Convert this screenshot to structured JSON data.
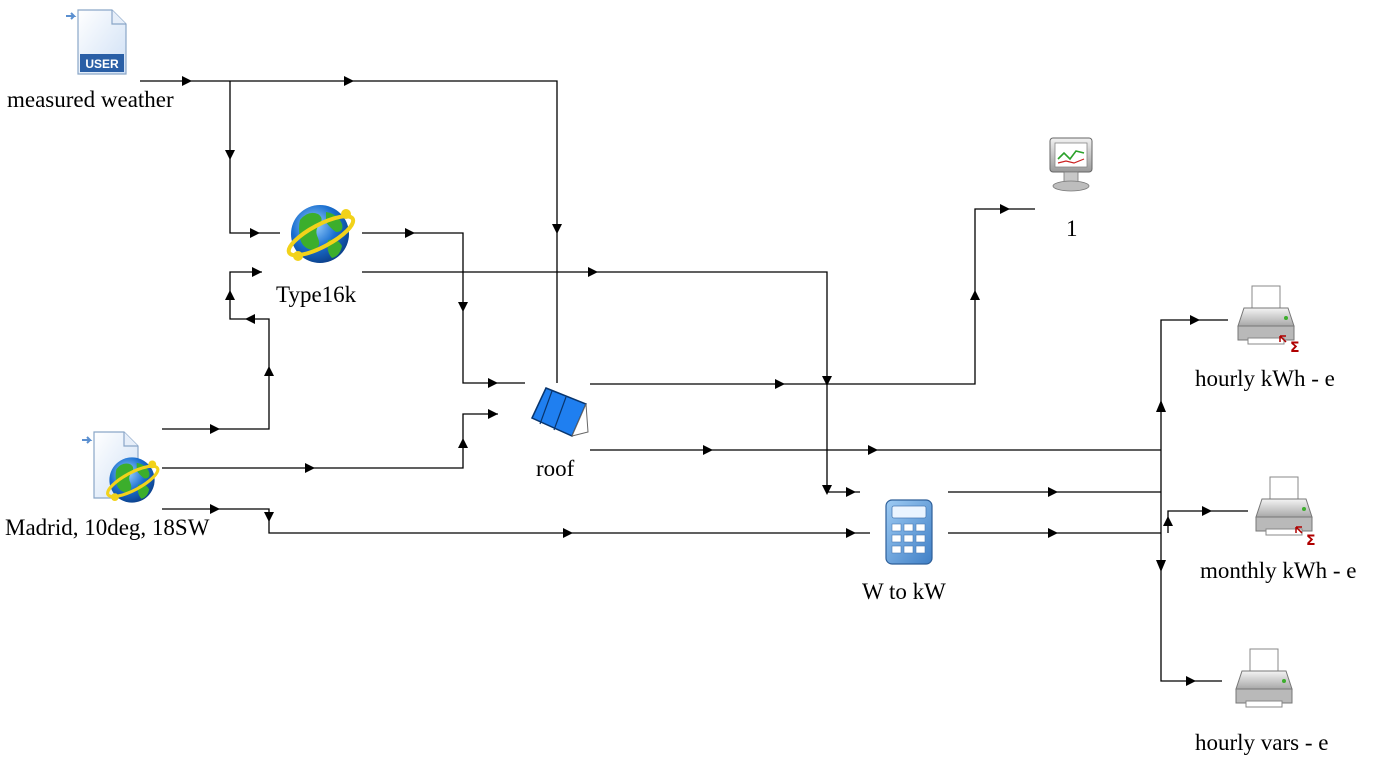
{
  "components": {
    "measured_weather": {
      "label": "measured weather",
      "icon": "user-file-icon",
      "icon_text": "USER"
    },
    "type16k": {
      "label": "Type16k",
      "icon": "globe-icon"
    },
    "madrid": {
      "label": "Madrid, 10deg, 18SW",
      "icon": "weather-file-globe-icon"
    },
    "roof": {
      "label": "roof",
      "icon": "pv-panel-icon"
    },
    "plotter": {
      "label": "1",
      "icon": "online-plotter-icon"
    },
    "w_to_kw": {
      "label": "W to kW",
      "icon": "calculator-icon"
    },
    "hourly_kwh": {
      "label": "hourly kWh - e",
      "icon": "integrating-printer-icon"
    },
    "monthly_kwh": {
      "label": "monthly kWh - e",
      "icon": "integrating-printer-icon"
    },
    "hourly_vars": {
      "label": "hourly vars - e",
      "icon": "printer-icon"
    }
  },
  "colors": {
    "line": "#000000",
    "globe_blue": "#1a6fd0",
    "globe_green": "#3cae2c",
    "globe_ring": "#f2d21a",
    "panel_blue": "#1f7ff0",
    "calculator_blue": "#6aa6e0",
    "printer_gray": "#d8d8d8",
    "sigma_red": "#b00000"
  }
}
